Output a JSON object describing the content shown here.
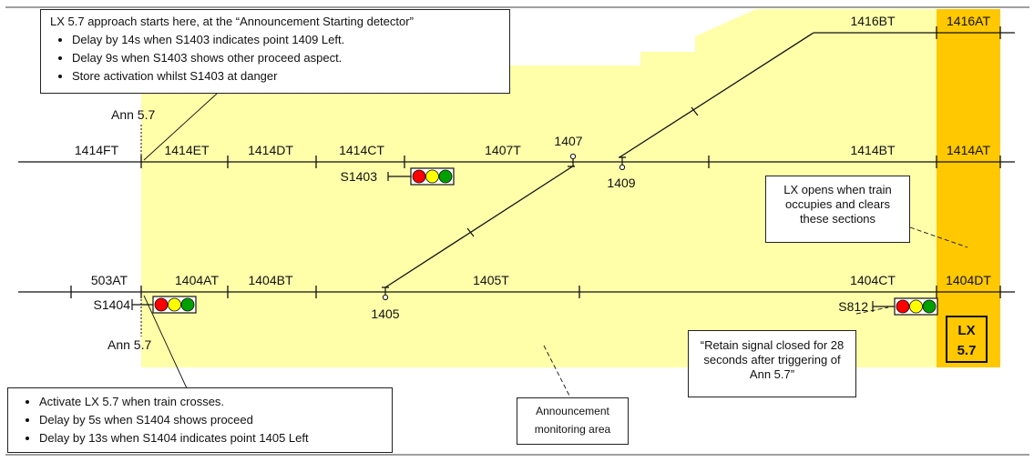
{
  "track_labels": {
    "t1414FT": "1414FT",
    "t1414ET": "1414ET",
    "t1414DT": "1414DT",
    "t1414CT": "1414CT",
    "t1407T": "1407T",
    "t1414BT": "1414BT",
    "t1414AT": "1414AT",
    "t1416BT": "1416BT",
    "t1416AT": "1416AT",
    "t503AT": "503AT",
    "t1404AT": "1404AT",
    "t1404BT": "1404BT",
    "t1405T": "1405T",
    "t1404CT": "1404CT",
    "t1404DT": "1404DT"
  },
  "points": {
    "p1407": "1407",
    "p1409": "1409",
    "p1405": "1405"
  },
  "signals": {
    "s1403": "S1403",
    "s1404": "S1404",
    "s812": "S812"
  },
  "ann_labels": {
    "top": "Ann 5.7",
    "bottom": "Ann 5.7"
  },
  "lx_box": {
    "line1": "LX",
    "line2": "5.7"
  },
  "notes": {
    "top_heading": "LX 5.7 approach starts here, at the “Announcement Starting detector”",
    "top_items": [
      "Delay by 14s when S1403 indicates point 1409 Left.",
      "Delay 9s when S1403 shows other proceed aspect.",
      "Store activation whilst S1403 at danger"
    ],
    "bottom_items": [
      "Activate LX 5.7 when train crosses.",
      "Delay by 5s when S1404 shows proceed",
      "Delay by 13s when S1404 indicates point 1405 Left"
    ],
    "lx_opens": "LX opens when train occupies and clears these sections",
    "retain": "“Retain signal closed for 28 seconds after triggering of Ann 5.7”",
    "monitoring": "Announcement monitoring area"
  },
  "colors": {
    "monitoring_area": "#ffffaa",
    "lx_section": "#ffc800",
    "track": "#111111",
    "signal_red": "#ff0000",
    "signal_yellow": "#ffff00",
    "signal_green": "#00a000",
    "frame_line": "#a0a0a0"
  }
}
